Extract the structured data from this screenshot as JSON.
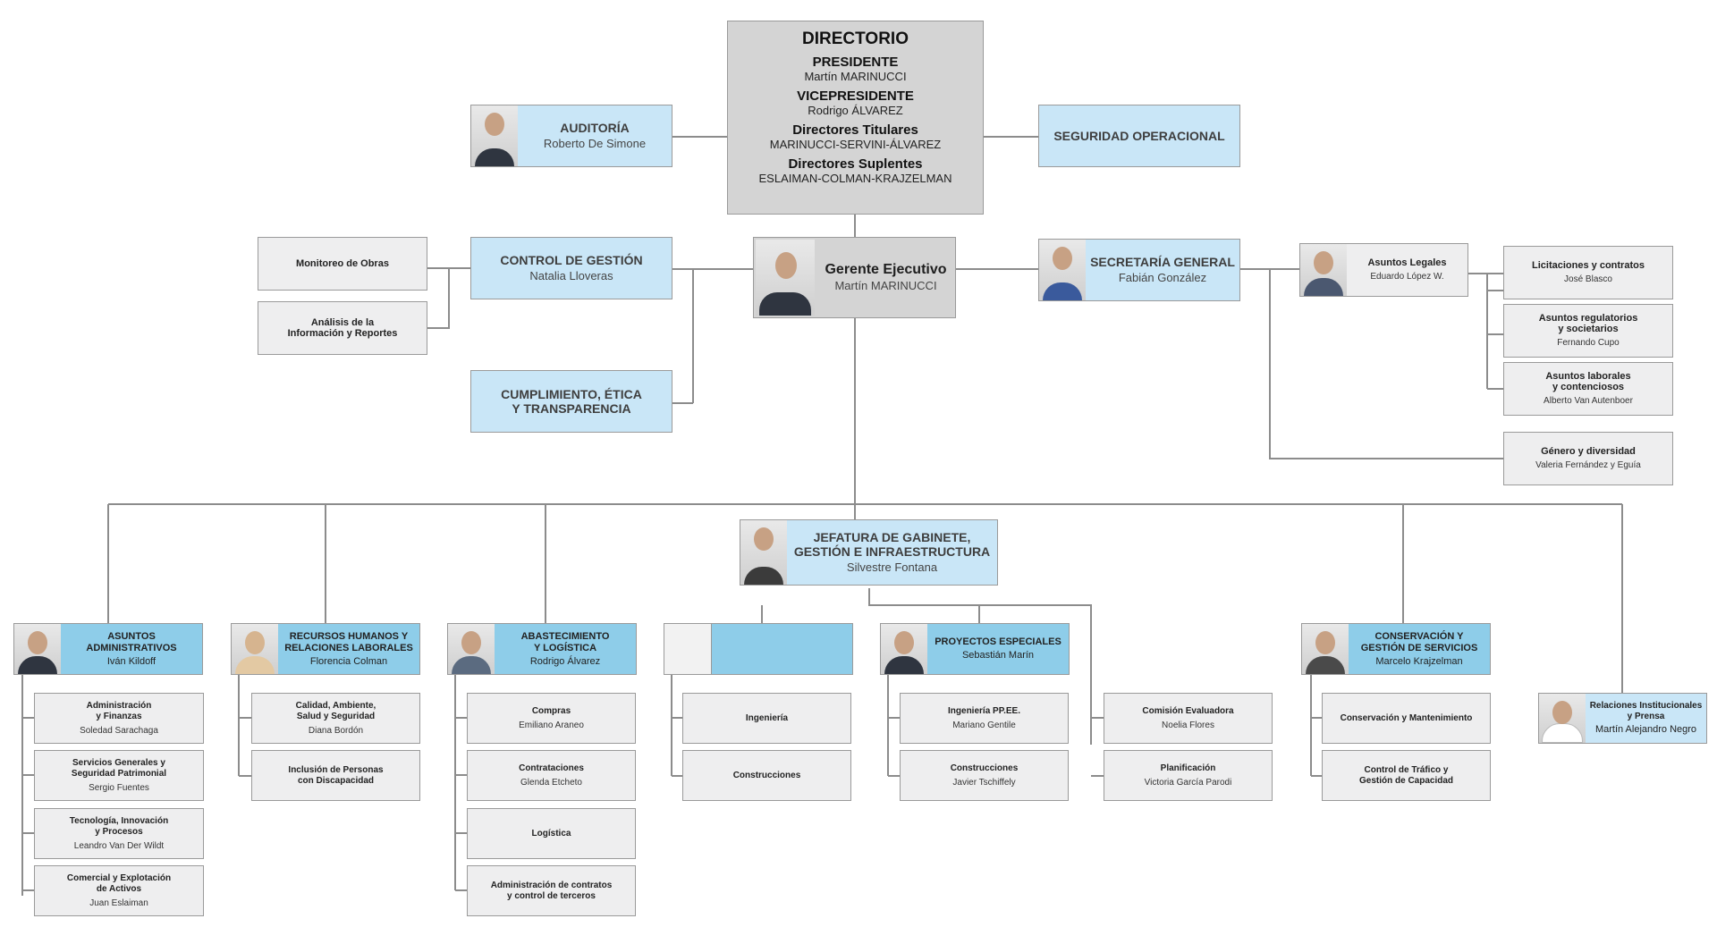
{
  "directorio": {
    "title": "DIRECTORIO",
    "sections": [
      {
        "role": "PRESIDENTE",
        "names": "Martín MARINUCCI"
      },
      {
        "role": "VICEPRESIDENTE",
        "names": "Rodrigo ÁLVAREZ"
      },
      {
        "role": "Directores Titulares",
        "names": "MARINUCCI-SERVINI-ÁLVAREZ"
      },
      {
        "role": "Directores Suplentes",
        "names": "ESLAIMAN-COLMAN-KRAJZELMAN"
      }
    ]
  },
  "auditoria": {
    "title": "AUDITORÍA",
    "name": "Roberto De Simone"
  },
  "seguridad": {
    "title": "SEGURIDAD OPERACIONAL"
  },
  "gerente": {
    "title": "Gerente Ejecutivo",
    "name": "Martín MARINUCCI"
  },
  "control_gestion": {
    "title": "CONTROL DE GESTIÓN",
    "name": "Natalia Lloveras",
    "children": [
      {
        "title": "Monitoreo de Obras"
      },
      {
        "title": "Análisis de la\nInformación y Reportes"
      }
    ]
  },
  "cumplimiento": {
    "title": "CUMPLIMIENTO, ÉTICA\nY TRANSPARENCIA"
  },
  "secretaria": {
    "title": "SECRETARÍA GENERAL",
    "name": "Fabián González"
  },
  "asuntos_legales": {
    "title": "Asuntos Legales",
    "name": "Eduardo López W.",
    "children": [
      {
        "title": "Licitaciones y contratos",
        "name": "José Blasco"
      },
      {
        "title": "Asuntos regulatorios\ny societarios",
        "name": "Fernando Cupo"
      },
      {
        "title": "Asuntos laborales\ny contenciosos",
        "name": "Alberto Van Autenboer"
      }
    ]
  },
  "genero": {
    "title": "Género y diversidad",
    "name": "Valeria Fernández y Eguía"
  },
  "jefatura": {
    "title": "JEFATURA DE GABINETE,\nGESTIÓN E INFRAESTRUCTURA",
    "name": "Silvestre Fontana"
  },
  "areas": [
    {
      "title": "ASUNTOS\nADMINISTRATIVOS",
      "name": "Iván Kildoff",
      "children": [
        {
          "title": "Administración\ny Finanzas",
          "name": "Soledad Sarachaga"
        },
        {
          "title": "Servicios Generales y\nSeguridad Patrimonial",
          "name": "Sergio Fuentes"
        },
        {
          "title": "Tecnología, Innovación\ny Procesos",
          "name": "Leandro Van Der Wildt"
        },
        {
          "title": "Comercial y Explotación\nde Activos",
          "name": "Juan Eslaiman"
        }
      ]
    },
    {
      "title": "RECURSOS HUMANOS Y\nRELACIONES LABORALES",
      "name": "Florencia Colman",
      "children": [
        {
          "title": "Calidad, Ambiente,\nSalud y Seguridad",
          "name": "Diana Bordón"
        },
        {
          "title": "Inclusión de Personas\ncon Discapacidad",
          "name": ""
        }
      ]
    },
    {
      "title": "ABASTECIMIENTO\nY LOGÍSTICA",
      "name": "Rodrigo Álvarez",
      "children": [
        {
          "title": "Compras",
          "name": "Emiliano Araneo"
        },
        {
          "title": "Contrataciones",
          "name": "Glenda Etcheto"
        },
        {
          "title": "Logística",
          "name": ""
        },
        {
          "title": "Administración de contratos\ny control de terceros",
          "name": ""
        }
      ]
    },
    {
      "title": "",
      "name": "",
      "children": [
        {
          "title": "Ingeniería",
          "name": ""
        },
        {
          "title": "Construcciones",
          "name": ""
        }
      ]
    },
    {
      "title": "PROYECTOS ESPECIALES",
      "name": "Sebastián Marín",
      "children": [
        {
          "title": "Ingeniería PP.EE.",
          "name": "Mariano Gentile"
        },
        {
          "title": "Construcciones",
          "name": "Javier Tschiffely"
        }
      ]
    },
    {
      "title": "",
      "name": "",
      "children": [
        {
          "title": "Comisión Evaluadora",
          "name": "Noelia Flores"
        },
        {
          "title": "Planificación",
          "name": "Victoria García Parodi"
        }
      ]
    },
    {
      "title": "CONSERVACIÓN Y\nGESTIÓN DE SERVICIOS",
      "name": "Marcelo Krajzelman",
      "children": [
        {
          "title": "Conservación y Mantenimiento",
          "name": ""
        },
        {
          "title": "Control de Tráfico y\nGestión de Capacidad",
          "name": ""
        }
      ]
    }
  ],
  "relaciones": {
    "title": "Relaciones Institucionales\ny Prensa",
    "name": "Martín Alejandro Negro"
  },
  "colors": {
    "line": "#8c8c8c",
    "light_blue": "#c9e6f7",
    "head_blue": "#8ecde9",
    "grey": "#eeeeef",
    "dark_grey": "#d4d4d4"
  }
}
